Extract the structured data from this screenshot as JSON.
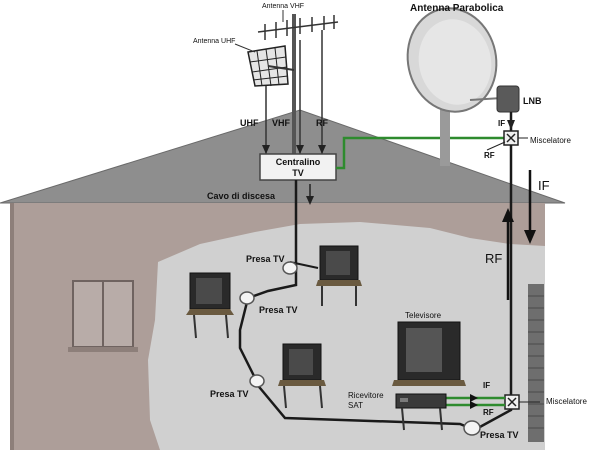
{
  "labels": {
    "antenna_vhf": "Antenna VHF",
    "antenna_uhf": "Antenna UHF",
    "antenna_parabolica": "Antenna Parabolica",
    "lnb": "LNB",
    "if_top": "IF",
    "miscelatore_top": "Miscelatore",
    "rf_top": "RF",
    "uhf": "UHF",
    "vhf": "VHF",
    "rf_mast": "RF",
    "centralino_line1": "Centralino",
    "centralino_line2": "TV",
    "cavo_di_discesa": "Cavo di discesa",
    "if_side": "IF",
    "rf_side": "RF",
    "presa_tv_1": "Presa TV",
    "presa_tv_2": "Presa TV",
    "presa_tv_3": "Presa TV",
    "presa_tv_4": "Presa TV",
    "televisore": "Televisore",
    "ricevitore_line1": "Ricevitore",
    "ricevitore_line2": "SAT",
    "if_bottom": "IF",
    "rf_bottom": "RF",
    "miscelatore_bottom": "Miscelatore"
  },
  "colors": {
    "roof": "#8e8e8e",
    "wall": "#ad9e99",
    "room": "#cfcfcf",
    "cable_green": "#2e8b2e",
    "cable_black": "#1a1a1a",
    "dish": "#dcdcdc"
  }
}
